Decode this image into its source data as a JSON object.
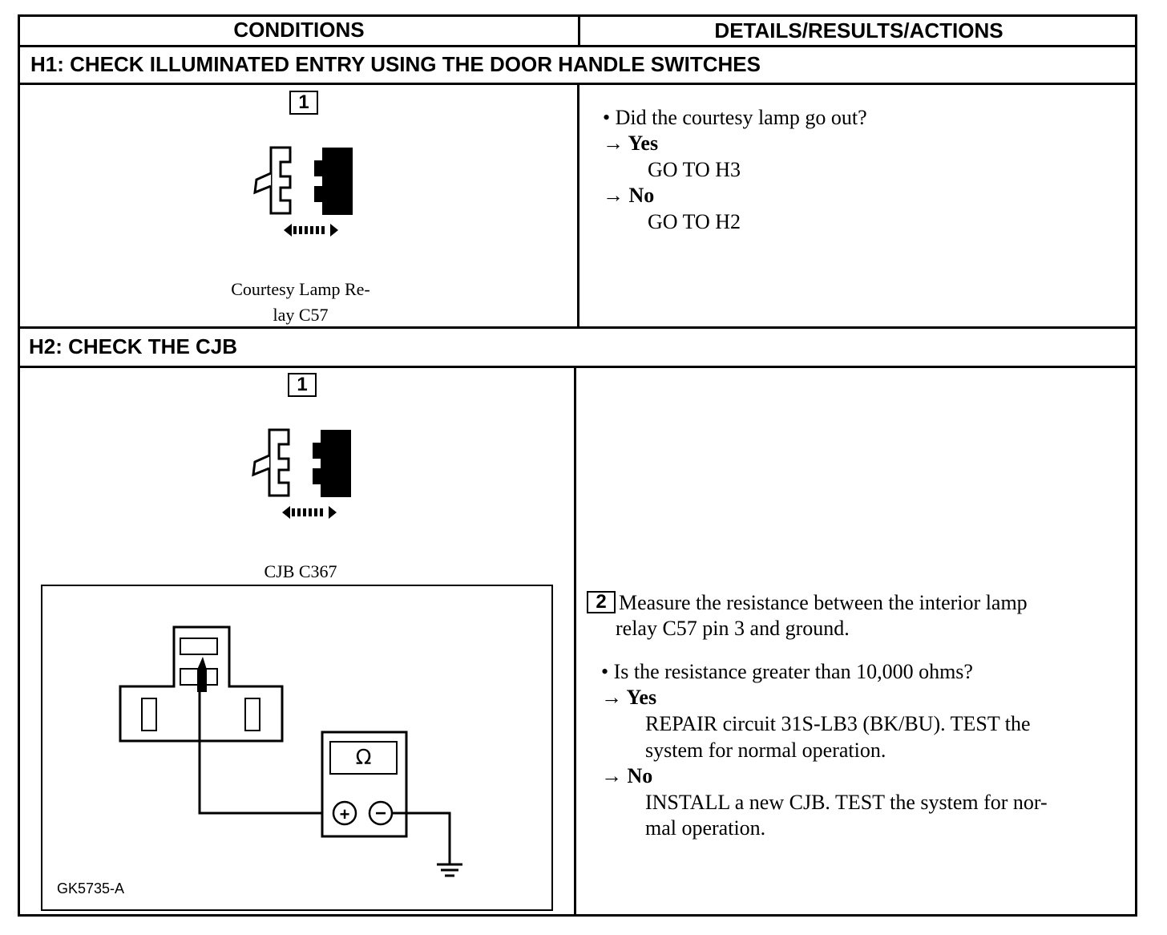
{
  "table_header": {
    "conditions": "CONDITIONS",
    "details": "DETAILS/RESULTS/ACTIONS"
  },
  "h1": {
    "title": "H1: CHECK ILLUMINATED ENTRY USING THE DOOR HANDLE SWITCHES",
    "step_number": "1",
    "caption_line1": "Courtesy Lamp Re-",
    "caption_line2": "lay C57",
    "question": "• Did the courtesy lamp go out?",
    "yes_label": "→ Yes",
    "yes_action": "GO TO H3",
    "no_label": "→ No",
    "no_action": "GO TO H2"
  },
  "h2": {
    "title": "H2: CHECK THE CJB",
    "step1_number": "1",
    "step1_caption": "CJB C367",
    "step2_number": "2",
    "step2_line1": "Measure the resistance between the interior lamp",
    "step2_line2": "relay C57 pin 3 and ground.",
    "question": "• Is the resistance greater than 10,000 ohms?",
    "yes_label": "→ Yes",
    "yes_action_line1": "REPAIR circuit 31S-LB3 (BK/BU). TEST the",
    "yes_action_line2": "system for normal operation.",
    "no_label": "→ No",
    "no_action_line1": "INSTALL a new CJB. TEST the system for nor-",
    "no_action_line2": "mal operation.",
    "meter_symbol": "Ω",
    "figure_id": "GK5735-A"
  },
  "icons": [
    "connector-icon",
    "ohmmeter-icon",
    "ground-icon",
    "double-arrow-icon"
  ]
}
